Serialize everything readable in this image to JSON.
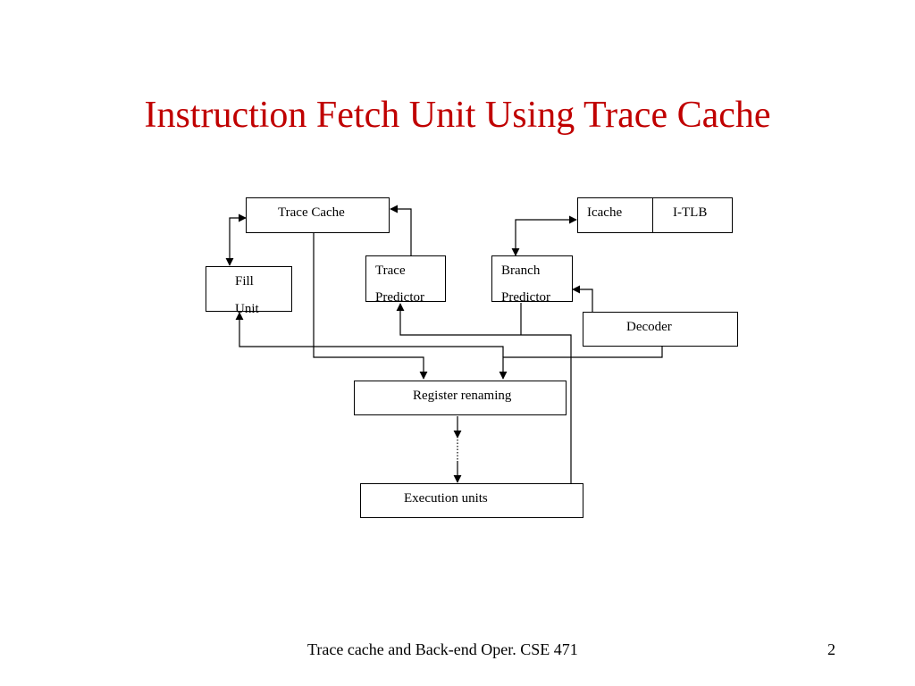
{
  "slide": {
    "title": "Instruction Fetch Unit Using Trace Cache",
    "footer_text": "Trace cache and Back-end Oper. CSE 471",
    "page_number": "2"
  },
  "diagram": {
    "trace_cache": "Trace Cache",
    "icache": "Icache",
    "itlb": "I-TLB",
    "fill_unit": [
      "Fill",
      "Unit"
    ],
    "trace_predictor": [
      "Trace",
      "Predictor"
    ],
    "branch_predictor": [
      "Branch",
      "Predictor"
    ],
    "decoder": "Decoder",
    "register_renaming": "Register renaming",
    "execution_units": "Execution units"
  },
  "colors": {
    "title": "#c00000",
    "line": "#000000",
    "background": "#ffffff"
  }
}
